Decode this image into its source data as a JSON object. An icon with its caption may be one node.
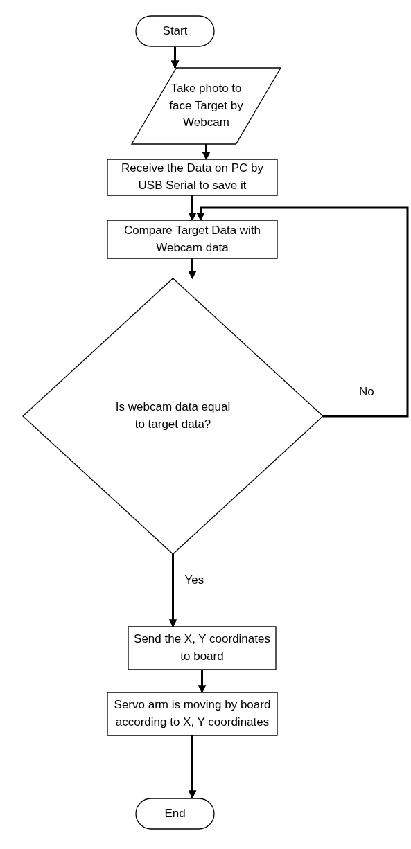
{
  "diagram": {
    "nodes": [
      {
        "text": [
          "Start"
        ]
      },
      {
        "text": [
          "Take photo to face Target by Webcam"
        ]
      },
      {
        "text": [
          "Receive the Data on PC by USB Serial to save it"
        ]
      },
      {
        "text": [
          "Compare Target Data with Webcam data"
        ]
      },
      {
        "text": [
          "Is webcam data equal to target data?"
        ]
      },
      {
        "text": [
          "Send the X, Y coordinates to board"
        ]
      },
      {
        "text": [
          "Servo arm is moving by board according to X, Y coordinates"
        ]
      },
      {
        "text": [
          "End"
        ]
      }
    ],
    "edges": [
      {
        "from": 0,
        "to": 1,
        "arrow": "to"
      },
      {
        "from": 1,
        "to": 2,
        "arrow": "to"
      },
      {
        "from": 2,
        "to": 3,
        "arrow": "to"
      },
      {
        "from": 3,
        "to": 4,
        "arrow": "to"
      },
      {
        "from": 4,
        "to": 5,
        "label": "Yes",
        "arrow": "to"
      },
      {
        "from": 5,
        "to": 6,
        "arrow": "to"
      },
      {
        "from": 6,
        "to": 7,
        "arrow": "to"
      },
      {
        "from": 4,
        "to": 3,
        "label": "No",
        "arrow": "to"
      }
    ]
  }
}
